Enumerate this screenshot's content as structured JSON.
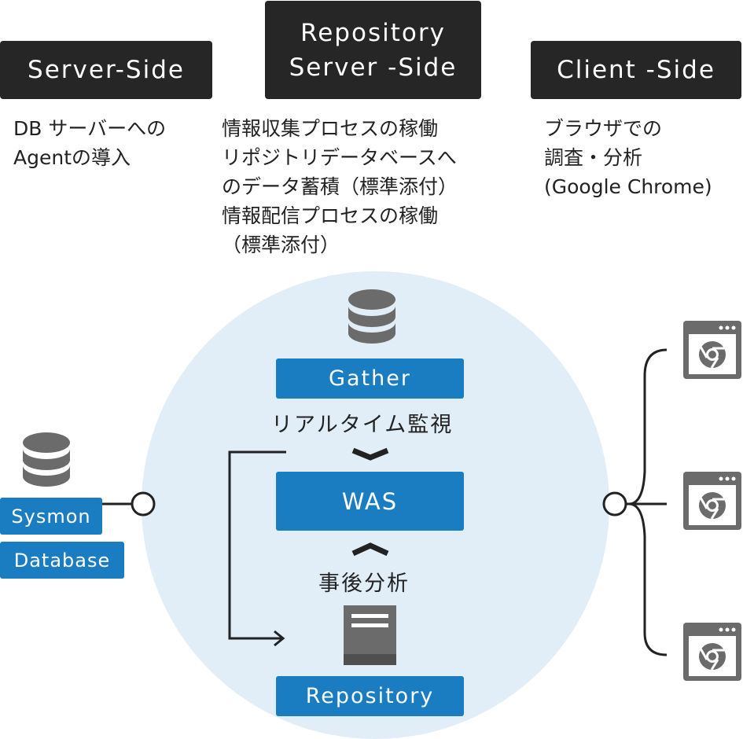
{
  "headers": {
    "server": "Server-Side",
    "repository_line1": "Repository",
    "repository_line2": "Server -Side",
    "client": "Client -Side"
  },
  "descriptions": {
    "server": [
      "DB サーバーへの",
      "Agentの導入"
    ],
    "repository": [
      "情報収集プロセスの稼働",
      "リポジトリデータベースへ",
      "のデータ蓄積（標準添付）",
      "情報配信プロセスの稼働",
      "（標準添付）"
    ],
    "client": [
      "ブラウザでの",
      "調査・分析",
      "(Google Chrome)"
    ]
  },
  "components": {
    "gather": "Gather",
    "was": "WAS",
    "repository": "Repository",
    "sysmon": "Sysmon",
    "database": "Database"
  },
  "labels": {
    "realtime": "リアルタイム監視",
    "post_analysis": "事後分析"
  },
  "icons": [
    "database-icon",
    "server-icon",
    "chrome-browser-icon"
  ],
  "colors": {
    "header_bg": "#262626",
    "accent_blue": "#1a7dc2",
    "circle_bg": "#e1eef8",
    "icon_gray": "#6b6b6b",
    "line": "#222222"
  }
}
